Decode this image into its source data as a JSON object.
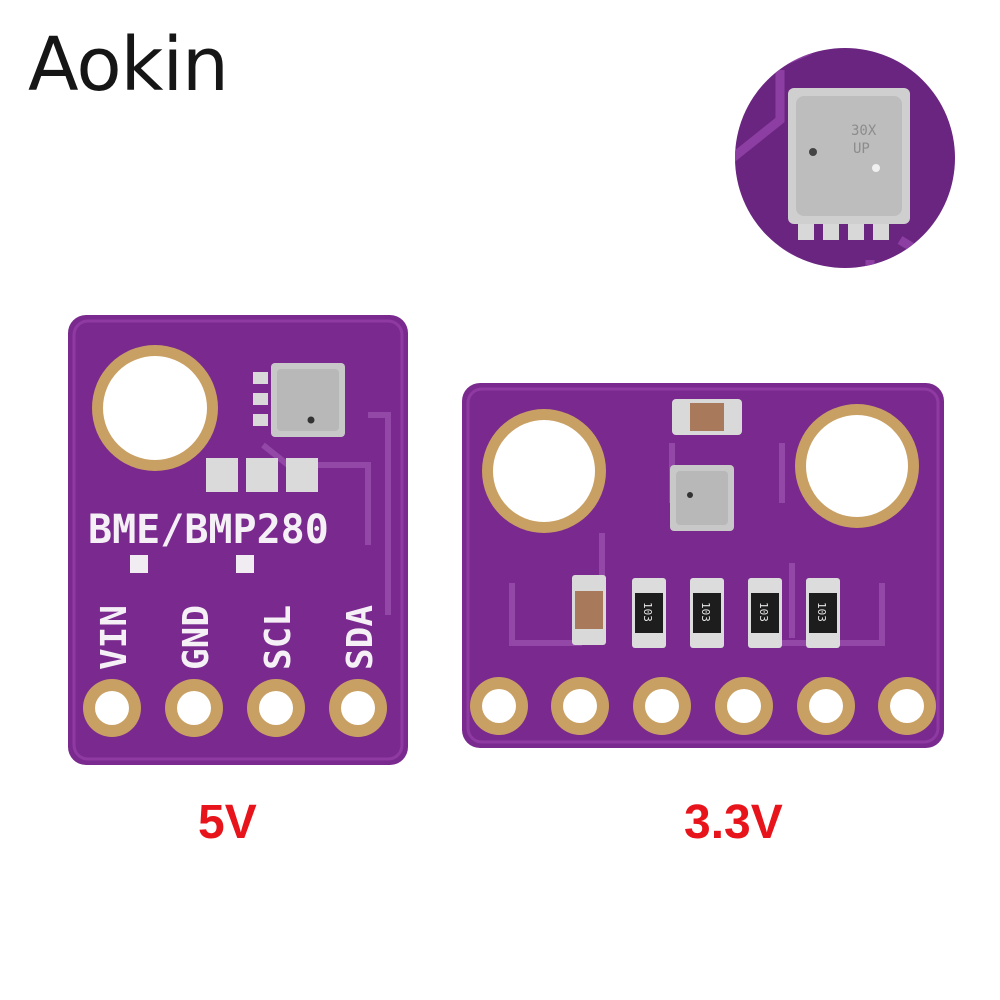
{
  "brand": {
    "name": "Aokin"
  },
  "board_5v": {
    "silkscreen_title": "BME/BMP280",
    "pins": [
      "VIN",
      "GND",
      "SCL",
      "SDA"
    ],
    "caption": "5V"
  },
  "board_33v": {
    "resistor_codes": [
      "103",
      "103",
      "103",
      "103"
    ],
    "caption": "3.3V"
  },
  "closeup": {
    "chip_line1": "30X",
    "chip_line2": "UP"
  },
  "colors": {
    "pcb": "#7a2a8e",
    "pcb_dark": "#5e1e70",
    "gold": "#c9a063",
    "caption": "#e8141b",
    "brand": "#161616"
  }
}
